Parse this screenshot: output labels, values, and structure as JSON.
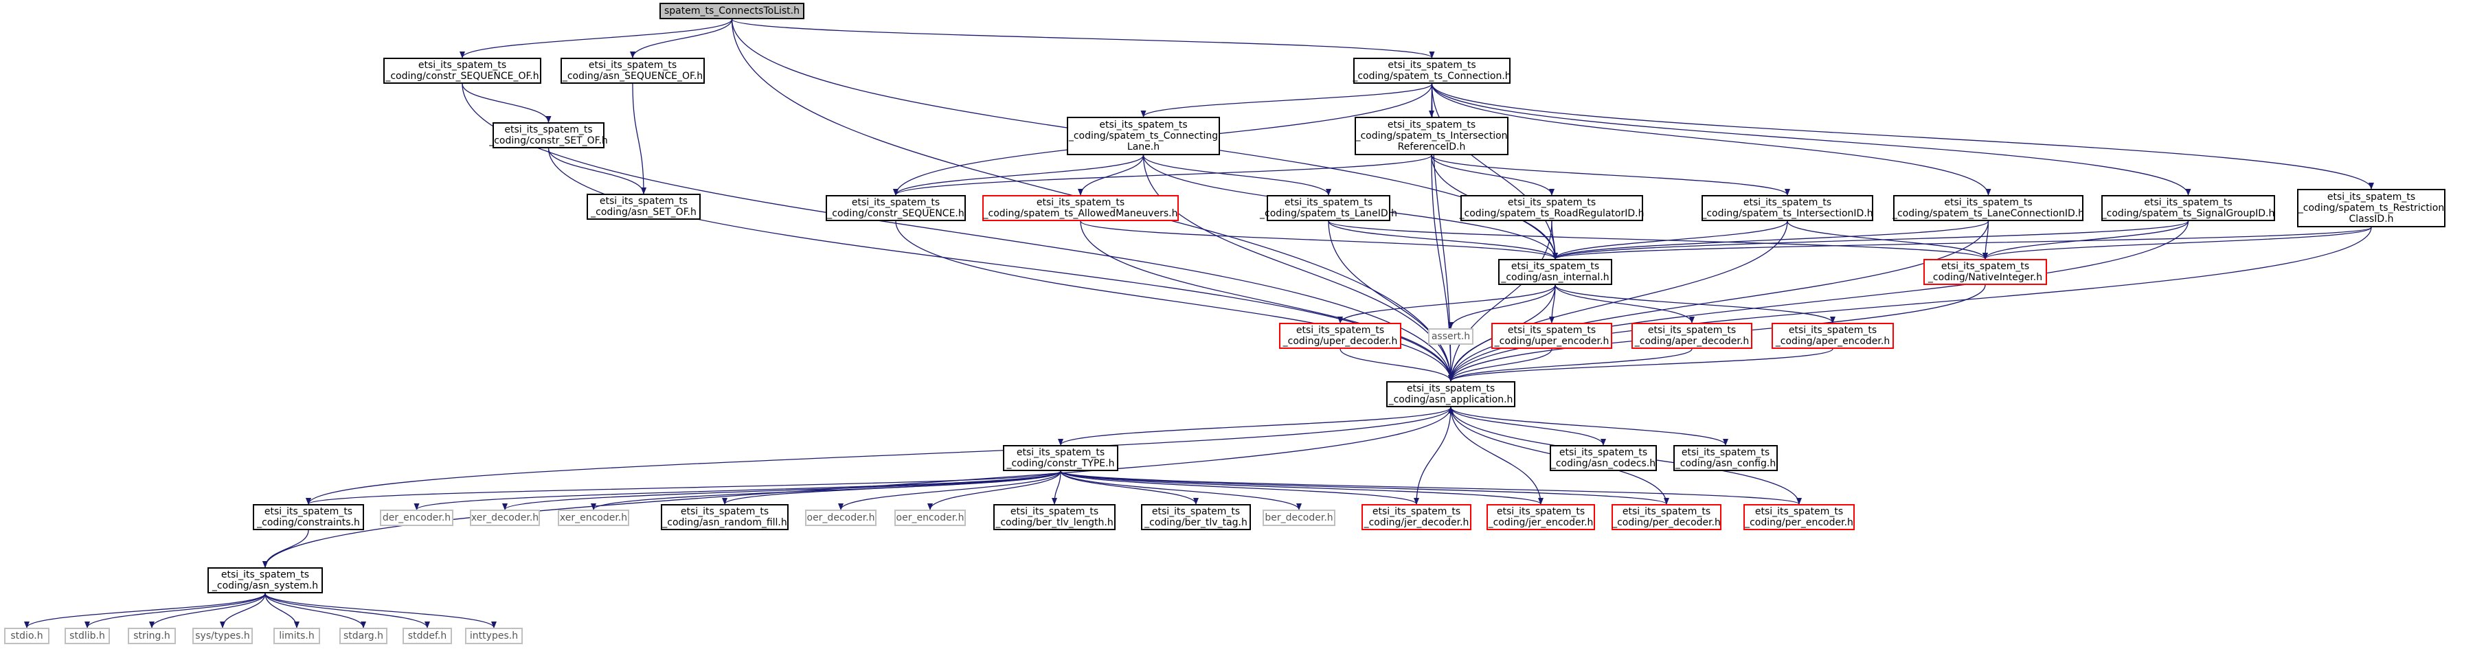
{
  "title": "spatem_ts_ConnectsToList.h",
  "colors": {
    "edge": "#191970",
    "box_normal": "#000000",
    "box_incomplete": "#ff0000",
    "box_system": "#bfbfbf",
    "root_fill": "#bfbfbf"
  },
  "nodes": [
    {
      "id": "root",
      "label": "spatem_ts_ConnectsToList.h",
      "kind": "root"
    },
    {
      "id": "seqof",
      "label": "etsi_its_spatem_ts\n_coding/constr_SEQUENCE_OF.h",
      "kind": "normal"
    },
    {
      "id": "asnseqof",
      "label": "etsi_its_spatem_ts\n_coding/asn_SEQUENCE_OF.h",
      "kind": "normal"
    },
    {
      "id": "conn",
      "label": "etsi_its_spatem_ts\n_coding/spatem_ts_Connection.h",
      "kind": "normal"
    },
    {
      "id": "setof",
      "label": "etsi_its_spatem_ts\n_coding/constr_SET_OF.h",
      "kind": "normal"
    },
    {
      "id": "asnsetof",
      "label": "etsi_its_spatem_ts\n_coding/asn_SET_OF.h",
      "kind": "normal"
    },
    {
      "id": "connlane",
      "label": "etsi_its_spatem_ts\n_coding/spatem_ts_Connecting\nLane.h",
      "kind": "normal"
    },
    {
      "id": "isref",
      "label": "etsi_its_spatem_ts\n_coding/spatem_ts_Intersection\nReferenceID.h",
      "kind": "normal"
    },
    {
      "id": "sequence",
      "label": "etsi_its_spatem_ts\n_coding/constr_SEQUENCE.h",
      "kind": "normal"
    },
    {
      "id": "allowed",
      "label": "etsi_its_spatem_ts\n_coding/spatem_ts_AllowedManeuvers.h",
      "kind": "incomplete"
    },
    {
      "id": "laneid",
      "label": "etsi_its_spatem_ts\n_coding/spatem_ts_LaneID.h",
      "kind": "normal"
    },
    {
      "id": "roadreg",
      "label": "etsi_its_spatem_ts\n_coding/spatem_ts_RoadRegulatorID.h",
      "kind": "normal"
    },
    {
      "id": "isid",
      "label": "etsi_its_spatem_ts\n_coding/spatem_ts_IntersectionID.h",
      "kind": "normal"
    },
    {
      "id": "laneconn",
      "label": "etsi_its_spatem_ts\n_coding/spatem_ts_LaneConnectionID.h",
      "kind": "normal"
    },
    {
      "id": "siggrp",
      "label": "etsi_its_spatem_ts\n_coding/spatem_ts_SignalGroupID.h",
      "kind": "normal"
    },
    {
      "id": "restr",
      "label": "etsi_its_spatem_ts\n_coding/spatem_ts_Restriction\nClassID.h",
      "kind": "normal"
    },
    {
      "id": "internal",
      "label": "etsi_its_spatem_ts\n_coding/asn_internal.h",
      "kind": "normal"
    },
    {
      "id": "nativeint",
      "label": "etsi_its_spatem_ts\n_coding/NativeInteger.h",
      "kind": "incomplete"
    },
    {
      "id": "uperdec",
      "label": "etsi_its_spatem_ts\n_coding/uper_decoder.h",
      "kind": "incomplete"
    },
    {
      "id": "assert",
      "label": "assert.h",
      "kind": "system"
    },
    {
      "id": "uperenc",
      "label": "etsi_its_spatem_ts\n_coding/uper_encoder.h",
      "kind": "incomplete"
    },
    {
      "id": "aperdec",
      "label": "etsi_its_spatem_ts\n_coding/aper_decoder.h",
      "kind": "incomplete"
    },
    {
      "id": "aperenc",
      "label": "etsi_its_spatem_ts\n_coding/aper_encoder.h",
      "kind": "incomplete"
    },
    {
      "id": "app",
      "label": "etsi_its_spatem_ts\n_coding/asn_application.h",
      "kind": "normal"
    },
    {
      "id": "ctype",
      "label": "etsi_its_spatem_ts\n_coding/constr_TYPE.h",
      "kind": "normal"
    },
    {
      "id": "codecs",
      "label": "etsi_its_spatem_ts\n_coding/asn_codecs.h",
      "kind": "normal"
    },
    {
      "id": "config",
      "label": "etsi_its_spatem_ts\n_coding/asn_config.h",
      "kind": "normal"
    },
    {
      "id": "constraints",
      "label": "etsi_its_spatem_ts\n_coding/constraints.h",
      "kind": "normal"
    },
    {
      "id": "derenc",
      "label": "der_encoder.h",
      "kind": "system"
    },
    {
      "id": "xerdec",
      "label": "xer_decoder.h",
      "kind": "system"
    },
    {
      "id": "xerenc",
      "label": "xer_encoder.h",
      "kind": "system"
    },
    {
      "id": "randfill",
      "label": "etsi_its_spatem_ts\n_coding/asn_random_fill.h",
      "kind": "normal"
    },
    {
      "id": "oerdec",
      "label": "oer_decoder.h",
      "kind": "system"
    },
    {
      "id": "oerenc",
      "label": "oer_encoder.h",
      "kind": "system"
    },
    {
      "id": "tlvlen",
      "label": "etsi_its_spatem_ts\n_coding/ber_tlv_length.h",
      "kind": "normal"
    },
    {
      "id": "tlvtag",
      "label": "etsi_its_spatem_ts\n_coding/ber_tlv_tag.h",
      "kind": "normal"
    },
    {
      "id": "berdec",
      "label": "ber_decoder.h",
      "kind": "system"
    },
    {
      "id": "jerdec",
      "label": "etsi_its_spatem_ts\n_coding/jer_decoder.h",
      "kind": "incomplete"
    },
    {
      "id": "jerenc",
      "label": "etsi_its_spatem_ts\n_coding/jer_encoder.h",
      "kind": "incomplete"
    },
    {
      "id": "perdec",
      "label": "etsi_its_spatem_ts\n_coding/per_decoder.h",
      "kind": "incomplete"
    },
    {
      "id": "perenc",
      "label": "etsi_its_spatem_ts\n_coding/per_encoder.h",
      "kind": "incomplete"
    },
    {
      "id": "system",
      "label": "etsi_its_spatem_ts\n_coding/asn_system.h",
      "kind": "normal"
    },
    {
      "id": "stdio",
      "label": "stdio.h",
      "kind": "system"
    },
    {
      "id": "stdlib",
      "label": "stdlib.h",
      "kind": "system"
    },
    {
      "id": "string",
      "label": "string.h",
      "kind": "system"
    },
    {
      "id": "systypes",
      "label": "sys/types.h",
      "kind": "system"
    },
    {
      "id": "limits",
      "label": "limits.h",
      "kind": "system"
    },
    {
      "id": "stdarg",
      "label": "stdarg.h",
      "kind": "system"
    },
    {
      "id": "stddef",
      "label": "stddef.h",
      "kind": "system"
    },
    {
      "id": "inttypes",
      "label": "inttypes.h",
      "kind": "system"
    }
  ],
  "edges": [
    [
      "root",
      "seqof"
    ],
    [
      "root",
      "asnseqof"
    ],
    [
      "root",
      "conn"
    ],
    [
      "root",
      "internal"
    ],
    [
      "root",
      "app"
    ],
    [
      "seqof",
      "setof"
    ],
    [
      "seqof",
      "app"
    ],
    [
      "asnseqof",
      "asnsetof"
    ],
    [
      "setof",
      "asnsetof"
    ],
    [
      "setof",
      "app"
    ],
    [
      "conn",
      "sequence"
    ],
    [
      "conn",
      "connlane"
    ],
    [
      "conn",
      "isref"
    ],
    [
      "conn",
      "laneconn"
    ],
    [
      "conn",
      "siggrp"
    ],
    [
      "conn",
      "restr"
    ],
    [
      "conn",
      "internal"
    ],
    [
      "conn",
      "app"
    ],
    [
      "connlane",
      "sequence"
    ],
    [
      "connlane",
      "allowed"
    ],
    [
      "connlane",
      "laneid"
    ],
    [
      "connlane",
      "internal"
    ],
    [
      "connlane",
      "app"
    ],
    [
      "isref",
      "sequence"
    ],
    [
      "isref",
      "roadreg"
    ],
    [
      "isref",
      "isid"
    ],
    [
      "isref",
      "internal"
    ],
    [
      "isref",
      "app"
    ],
    [
      "sequence",
      "app"
    ],
    [
      "allowed",
      "internal"
    ],
    [
      "allowed",
      "app"
    ],
    [
      "laneid",
      "internal"
    ],
    [
      "laneid",
      "nativeint"
    ],
    [
      "laneid",
      "app"
    ],
    [
      "roadreg",
      "internal"
    ],
    [
      "roadreg",
      "app"
    ],
    [
      "isid",
      "internal"
    ],
    [
      "isid",
      "nativeint"
    ],
    [
      "isid",
      "app"
    ],
    [
      "laneconn",
      "internal"
    ],
    [
      "laneconn",
      "nativeint"
    ],
    [
      "laneconn",
      "app"
    ],
    [
      "siggrp",
      "internal"
    ],
    [
      "siggrp",
      "nativeint"
    ],
    [
      "siggrp",
      "app"
    ],
    [
      "restr",
      "internal"
    ],
    [
      "restr",
      "nativeint"
    ],
    [
      "restr",
      "app"
    ],
    [
      "internal",
      "uperdec"
    ],
    [
      "internal",
      "assert"
    ],
    [
      "internal",
      "uperenc"
    ],
    [
      "internal",
      "aperdec"
    ],
    [
      "internal",
      "aperenc"
    ],
    [
      "internal",
      "app"
    ],
    [
      "nativeint",
      "app"
    ],
    [
      "uperdec",
      "app"
    ],
    [
      "uperenc",
      "app"
    ],
    [
      "aperdec",
      "app"
    ],
    [
      "aperenc",
      "app"
    ],
    [
      "app",
      "ctype"
    ],
    [
      "app",
      "codecs"
    ],
    [
      "app",
      "config"
    ],
    [
      "app",
      "constraints"
    ],
    [
      "app",
      "system"
    ],
    [
      "ctype",
      "constraints"
    ],
    [
      "ctype",
      "derenc"
    ],
    [
      "ctype",
      "xerdec"
    ],
    [
      "ctype",
      "xerenc"
    ],
    [
      "ctype",
      "randfill"
    ],
    [
      "ctype",
      "oerdec"
    ],
    [
      "ctype",
      "oerenc"
    ],
    [
      "ctype",
      "tlvlen"
    ],
    [
      "ctype",
      "tlvtag"
    ],
    [
      "ctype",
      "berdec"
    ],
    [
      "ctype",
      "jerdec"
    ],
    [
      "ctype",
      "jerenc"
    ],
    [
      "ctype",
      "perdec"
    ],
    [
      "ctype",
      "perenc"
    ],
    [
      "jerdec",
      "app"
    ],
    [
      "jerenc",
      "app"
    ],
    [
      "perdec",
      "app"
    ],
    [
      "perenc",
      "app"
    ],
    [
      "constraints",
      "system"
    ],
    [
      "system",
      "stdio"
    ],
    [
      "system",
      "stdlib"
    ],
    [
      "system",
      "string"
    ],
    [
      "system",
      "systypes"
    ],
    [
      "system",
      "limits"
    ],
    [
      "system",
      "stdarg"
    ],
    [
      "system",
      "stddef"
    ],
    [
      "system",
      "inttypes"
    ]
  ]
}
